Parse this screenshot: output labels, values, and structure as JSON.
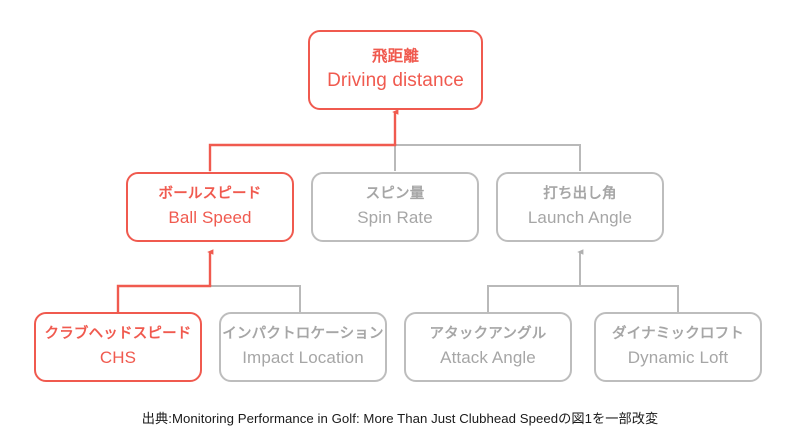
{
  "diagram": {
    "title_en": "Driving distance factor tree",
    "accent_color": "#f05a4f",
    "muted_color": "#a6a6a6",
    "background_color": "#ffffff",
    "nodes": [
      {
        "id": "driving-distance",
        "jp": "飛距離",
        "en": "Driving distance",
        "style": "primary",
        "level": "root"
      },
      {
        "id": "ball-speed",
        "jp": "ボールスピード",
        "en": "Ball Speed",
        "style": "primary",
        "level": "middle"
      },
      {
        "id": "spin-rate",
        "jp": "スピン量",
        "en": "Spin Rate",
        "style": "muted",
        "level": "middle"
      },
      {
        "id": "launch-angle",
        "jp": "打ち出し角",
        "en": "Launch Angle",
        "style": "muted",
        "level": "middle"
      },
      {
        "id": "chs",
        "jp": "クラブヘッドスピード",
        "en": "CHS",
        "style": "primary",
        "level": "bottom"
      },
      {
        "id": "impact-location",
        "jp": "インパクトロケーション",
        "en": "Impact Location",
        "style": "muted",
        "level": "bottom"
      },
      {
        "id": "attack-angle",
        "jp": "アタックアングル",
        "en": "Attack Angle",
        "style": "muted",
        "level": "bottom"
      },
      {
        "id": "dynamic-loft",
        "jp": "ダイナミックロフト",
        "en": "Dynamic Loft",
        "style": "muted",
        "level": "bottom"
      }
    ],
    "edges": [
      {
        "from": "ball-speed",
        "to": "driving-distance",
        "style": "primary"
      },
      {
        "from": "spin-rate",
        "to": "driving-distance",
        "style": "muted"
      },
      {
        "from": "launch-angle",
        "to": "driving-distance",
        "style": "muted"
      },
      {
        "from": "chs",
        "to": "ball-speed",
        "style": "primary"
      },
      {
        "from": "impact-location",
        "to": "ball-speed",
        "style": "muted"
      },
      {
        "from": "attack-angle",
        "to": "launch-angle",
        "style": "muted"
      },
      {
        "from": "dynamic-loft",
        "to": "launch-angle",
        "style": "muted"
      }
    ]
  },
  "caption": {
    "text": "出典:Monitoring Performance in Golf: More Than Just Clubhead Speedの図1を一部改変"
  }
}
